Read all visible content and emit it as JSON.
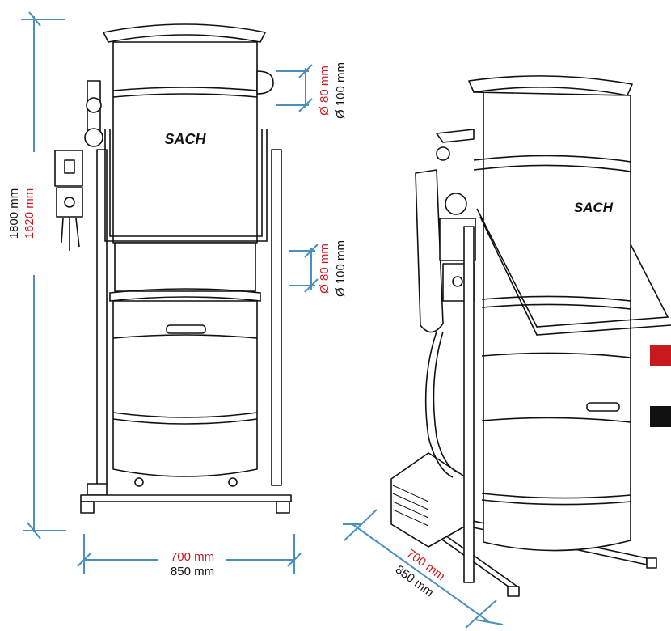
{
  "brand": {
    "name": "SACH"
  },
  "colors": {
    "dimension_line": "#4a8fbd",
    "metric_red": "#c8191e",
    "metric_black": "#111111"
  },
  "front_view": {
    "height": {
      "total": "1800 mm",
      "inner": "1620 mm"
    },
    "upper_port": {
      "inner": "Ø 80 mm",
      "outer": "Ø 100 mm"
    },
    "lower_port": {
      "inner": "Ø 80 mm",
      "outer": "Ø 100 mm"
    },
    "width": {
      "inner": "700 mm",
      "outer": "850 mm"
    }
  },
  "side_view": {
    "depth": {
      "inner": "700 mm",
      "outer": "850 mm"
    }
  },
  "legend": {
    "swatches": [
      "#c8191e",
      "#111111"
    ]
  }
}
